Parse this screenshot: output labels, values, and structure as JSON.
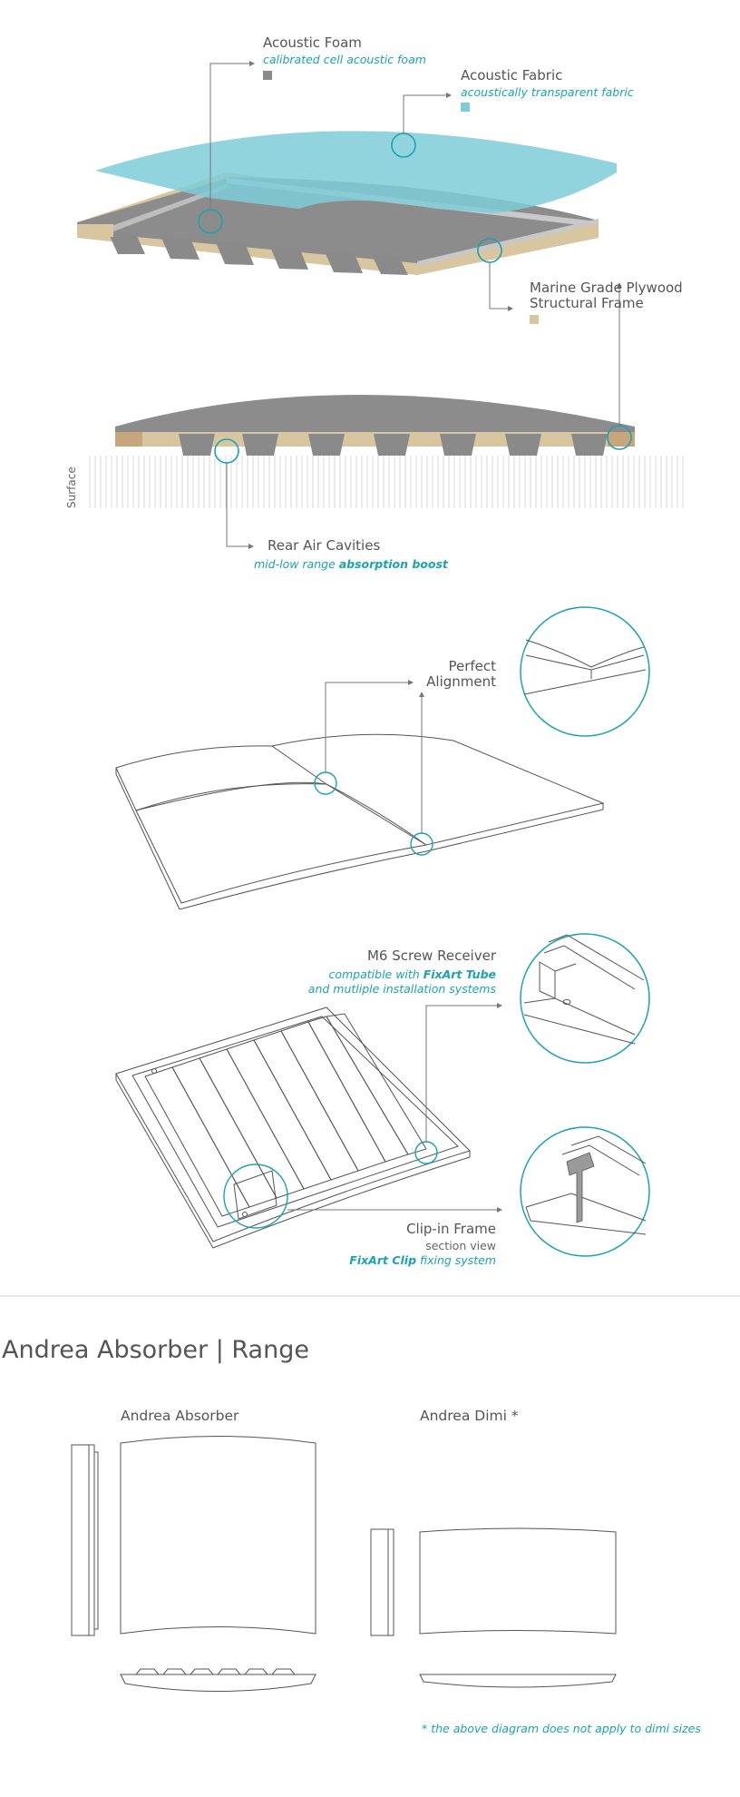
{
  "exploded": {
    "foam": {
      "title": "Acoustic Foam",
      "subtitle": "calibrated cell acoustic foam"
    },
    "fabric": {
      "title": "Acoustic Fabric",
      "subtitle": "acoustically transparent fabric"
    },
    "plywood": {
      "title_line1": "Marine Grade Plywood",
      "title_line2": "Structural Frame"
    },
    "surface_label": "Surface",
    "cavities": {
      "title": "Rear Air Cavities",
      "subtitle_pre": "mid-low range ",
      "subtitle_bold": "absorption boost"
    }
  },
  "alignment": {
    "line1": "Perfect",
    "line2": "Alignment"
  },
  "screw": {
    "title": "M6 Screw Receiver",
    "sub_pre": "compatible with ",
    "sub_bold": "FixArt Tube",
    "sub_line2": "and mutliple installation systems"
  },
  "clip": {
    "title": "Clip-in Frame",
    "sub1": "section view",
    "sub2_bold": "FixArt Clip",
    "sub2_rest": " fixing system"
  },
  "range": {
    "heading": "Andrea Absorber | Range",
    "absorber_label": "Andrea Absorber",
    "dimi_label": "Andrea Dimi *",
    "footnote": "* the above diagram does not apply to dimi sizes"
  },
  "colors": {
    "accent": "#1ba3b2",
    "fabric": "#7fccd8",
    "foam": "#8a8a8a",
    "plywood": "#d8c6a0",
    "line": "#555555"
  }
}
